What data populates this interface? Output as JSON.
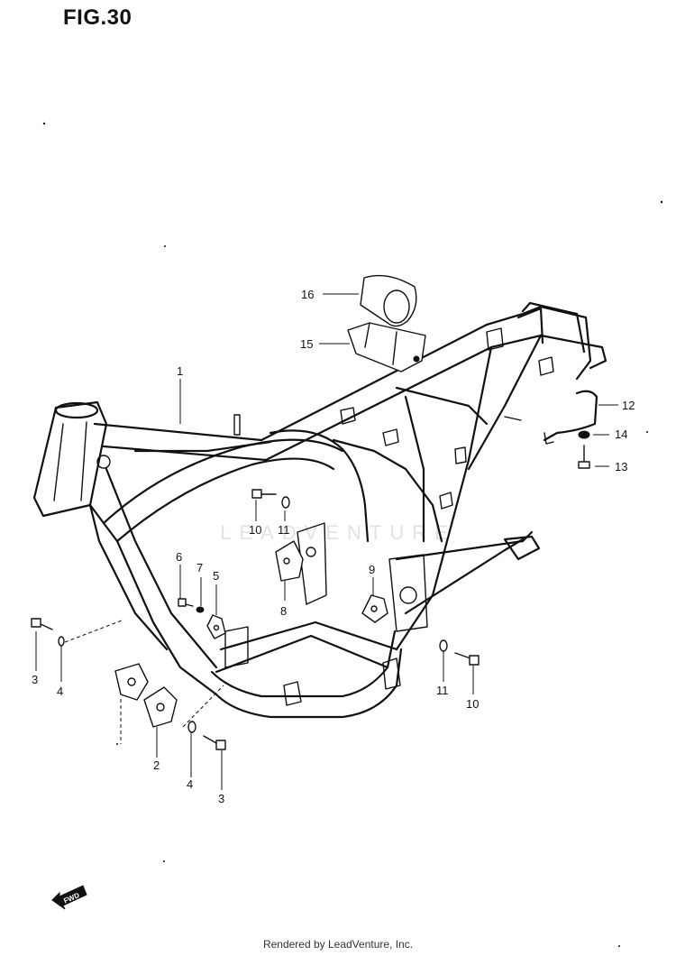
{
  "figure": {
    "title": "FIG.30"
  },
  "callouts": [
    {
      "id": "c1",
      "label": "1"
    },
    {
      "id": "c2",
      "label": "2"
    },
    {
      "id": "c3a",
      "label": "3"
    },
    {
      "id": "c3b",
      "label": "3"
    },
    {
      "id": "c4a",
      "label": "4"
    },
    {
      "id": "c4b",
      "label": "4"
    },
    {
      "id": "c5",
      "label": "5"
    },
    {
      "id": "c6",
      "label": "6"
    },
    {
      "id": "c7",
      "label": "7"
    },
    {
      "id": "c8",
      "label": "8"
    },
    {
      "id": "c9",
      "label": "9"
    },
    {
      "id": "c10a",
      "label": "10"
    },
    {
      "id": "c10b",
      "label": "10"
    },
    {
      "id": "c11a",
      "label": "11"
    },
    {
      "id": "c11b",
      "label": "11"
    },
    {
      "id": "c12",
      "label": "12"
    },
    {
      "id": "c13",
      "label": "13"
    },
    {
      "id": "c14",
      "label": "14"
    },
    {
      "id": "c15",
      "label": "15"
    },
    {
      "id": "c16",
      "label": "16"
    }
  ],
  "direction_badge": {
    "label": "FWD"
  },
  "watermark": {
    "text": "LEADVENTURE"
  },
  "footer": {
    "credit": "Rendered by LeadVenture, Inc."
  }
}
